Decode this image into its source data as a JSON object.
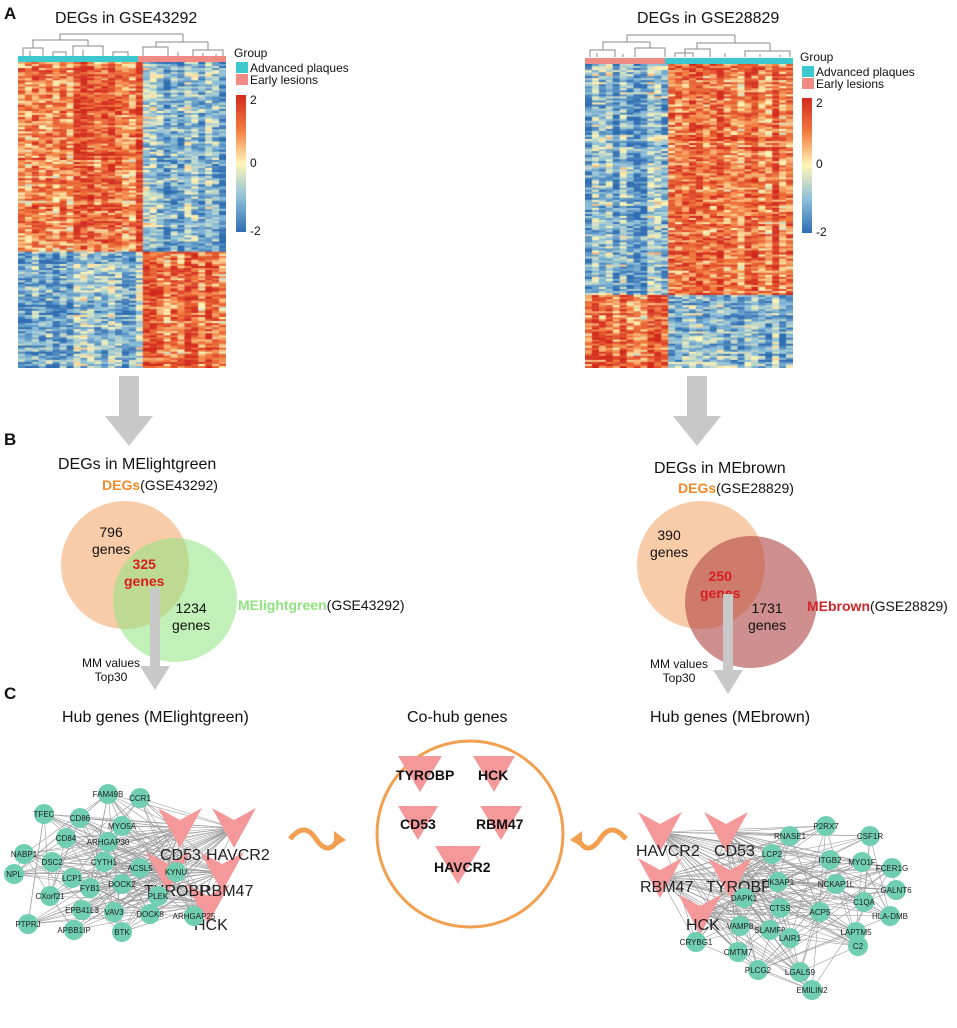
{
  "panels": {
    "a": "A",
    "b": "B",
    "c": "C"
  },
  "heatmap_left": {
    "title": "DEGs in GSE43292",
    "legend_title": "Group",
    "group1": "Advanced plaques",
    "group2": "Early lesions",
    "scale_max": "2",
    "scale_mid": "0",
    "scale_min": "-2"
  },
  "heatmap_right": {
    "title": "DEGs in GSE28829",
    "legend_title": "Group",
    "group1": "Advanced plaques",
    "group2": "Early lesions",
    "scale_max": "2",
    "scale_mid": "0",
    "scale_min": "-2"
  },
  "venn_left": {
    "title": "DEGs in MElightgreen",
    "set1_name": "DEGs",
    "set1_suffix": "(GSE43292)",
    "set2_name": "MElightgreen",
    "set2_suffix": "(GSE43292)",
    "only1_count": "796",
    "overlap_count": "325",
    "only2_count": "1234",
    "unit": "genes",
    "mm_line1": "MM values",
    "mm_line2": "Top30",
    "hub_title": "Hub genes (MElightgreen)"
  },
  "venn_right": {
    "title": "DEGs in MEbrown",
    "set1_name": "DEGs",
    "set1_suffix": "(GSE28829)",
    "set2_name": "MEbrown",
    "set2_suffix": "(GSE28829)",
    "only1_count": "390",
    "overlap_count": "250",
    "only2_count": "1731",
    "unit": "genes",
    "mm_line1": "MM values",
    "mm_line2": "Top30",
    "hub_title": "Hub genes (MEbrown)"
  },
  "cohub": {
    "title": "Co-hub genes",
    "genes": [
      "TYROBP",
      "HCK",
      "CD53",
      "RBM47",
      "HAVCR2"
    ]
  },
  "network_left": {
    "hub_labels": [
      "CD53",
      "HAVCR2",
      "TYROBP",
      "RBM47",
      "HCK"
    ],
    "nodes": [
      "FAM49B",
      "CCR1",
      "TFEC",
      "CD86",
      "MYO5A",
      "CD84",
      "ARHGAP30",
      "NABP1",
      "DSC2",
      "CYTH1",
      "NPL",
      "LCP1",
      "ACSL5",
      "KYNU",
      "CXorf21",
      "FYB1",
      "DOCK2",
      "PLEK",
      "EPB41L3",
      "VAV3",
      "ARHGAP25",
      "PTPRJ",
      "APBB1IP",
      "BTK",
      "DOCK8"
    ]
  },
  "network_right": {
    "hub_labels": [
      "HAVCR2",
      "CD53",
      "RBM47",
      "TYROBP",
      "HCK"
    ],
    "nodes": [
      "RNASE1",
      "P2RX7",
      "LCP2",
      "CSF1R",
      "MYO1F",
      "ITGB2",
      "FCER1G",
      "PIK3AP1",
      "NCKAP1L",
      "GALNT6",
      "DAPK1",
      "C1QA",
      "CTSS",
      "ACP5",
      "HLA-DMB",
      "VAMP8",
      "SLAMF8",
      "LAPTM5",
      "CRYBG1",
      "CMTM7",
      "LAIR1",
      "PLCG2",
      "LGALS9",
      "C2",
      "EMILIN2"
    ]
  },
  "colors": {
    "advanced": "#3cc8cc",
    "early": "#f08a84",
    "node": "#6fcfb0",
    "hub": "#f4989a",
    "degs": "#f08a2a",
    "lightgreen": "#8ee37e",
    "brown": "#d0262a",
    "overlap_text": "#d81e1e",
    "arrow_gray": "#c8c8c8",
    "circle": "#f2a050"
  }
}
